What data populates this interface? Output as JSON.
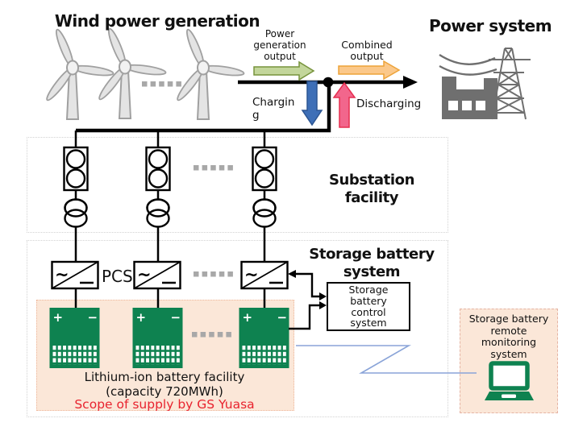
{
  "titles": {
    "wind": "Wind power generation",
    "power_system": "Power system",
    "substation": "Substation facility",
    "storage_system": "Storage battery system"
  },
  "flows": {
    "generation": "Power generation output",
    "combined": "Combined output",
    "charging": "Charging",
    "discharging": "Discharging"
  },
  "storage": {
    "pcs_label": "PCS",
    "control_system": "Storage battery control system",
    "caption_line1": "Lithium-ion battery facility",
    "caption_line2": "(capacity 720MWh)",
    "scope_note": "Scope of supply by GS Yuasa"
  },
  "remote": {
    "label": "Storage battery remote monitoring system"
  },
  "symbols": {
    "ac": "~",
    "plus": "+",
    "minus": "−"
  },
  "colors": {
    "battery_green": "#0e8250",
    "scope_bg": "#fbe7d8",
    "scope_note_red": "#e8232e",
    "generation_arrow_fill": "#c3d69b",
    "generation_arrow_border": "#77933c",
    "combined_arrow_fill": "#fbc88a",
    "combined_arrow_border": "#eda338",
    "charging_arrow_fill": "#3e6fb7",
    "charging_arrow_border": "#2d5693",
    "discharging_arrow_fill": "#f2668c",
    "discharging_arrow_border": "#e62e4f",
    "comm_line_blue": "#8aa4d8",
    "grid_icon_gray": "#6f6f6f",
    "turbine_gray": "#e4e4e4"
  }
}
